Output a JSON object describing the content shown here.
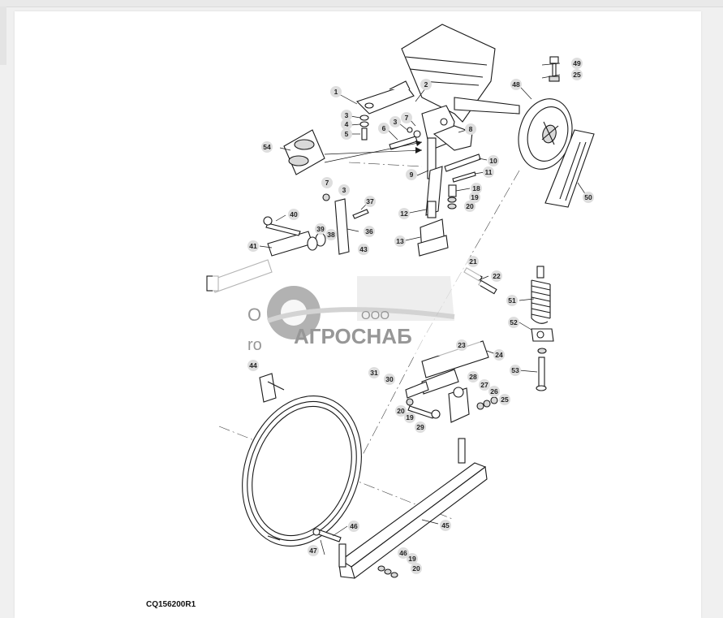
{
  "figure_id": "CQ156200R1",
  "watermark": {
    "company_prefix": "ООО",
    "company_name": "АГРОСНАБ",
    "overlay_fragment_1": "О",
    "overlay_fragment_2": "ro",
    "colors": {
      "gray": "#9a9a9a",
      "light": "#cfcfcf"
    }
  },
  "callouts": [
    "1",
    "2",
    "3",
    "4",
    "5",
    "6",
    "7",
    "3",
    "7",
    "8",
    "9",
    "10",
    "11",
    "12",
    "13",
    "18",
    "19",
    "20",
    "25",
    "26",
    "27",
    "28",
    "29",
    "30",
    "31",
    "36",
    "37",
    "38",
    "39",
    "40",
    "41",
    "43",
    "44",
    "45",
    "46",
    "47",
    "48",
    "49",
    "50",
    "51",
    "52",
    "53",
    "54",
    "3",
    "7",
    "19",
    "20",
    "21",
    "22",
    "23",
    "24",
    "25",
    "46",
    "19",
    "20"
  ],
  "colors": {
    "line": "#1a1a1a",
    "callout_bg": "#dedede",
    "panel": "#ffffff",
    "page": "#f0f0f0"
  }
}
